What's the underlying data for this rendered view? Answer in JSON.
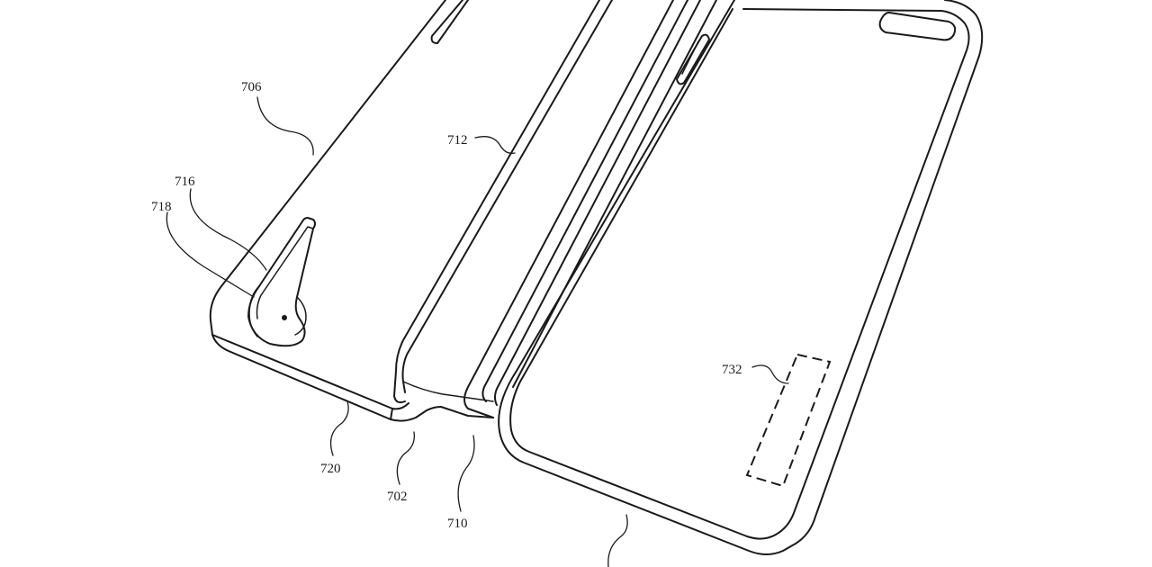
{
  "figure": {
    "labels": {
      "ref_706": "706",
      "ref_712": "712",
      "ref_716": "716",
      "ref_718": "718",
      "ref_732": "732",
      "ref_720": "720",
      "ref_702": "702",
      "ref_710": "710"
    }
  }
}
